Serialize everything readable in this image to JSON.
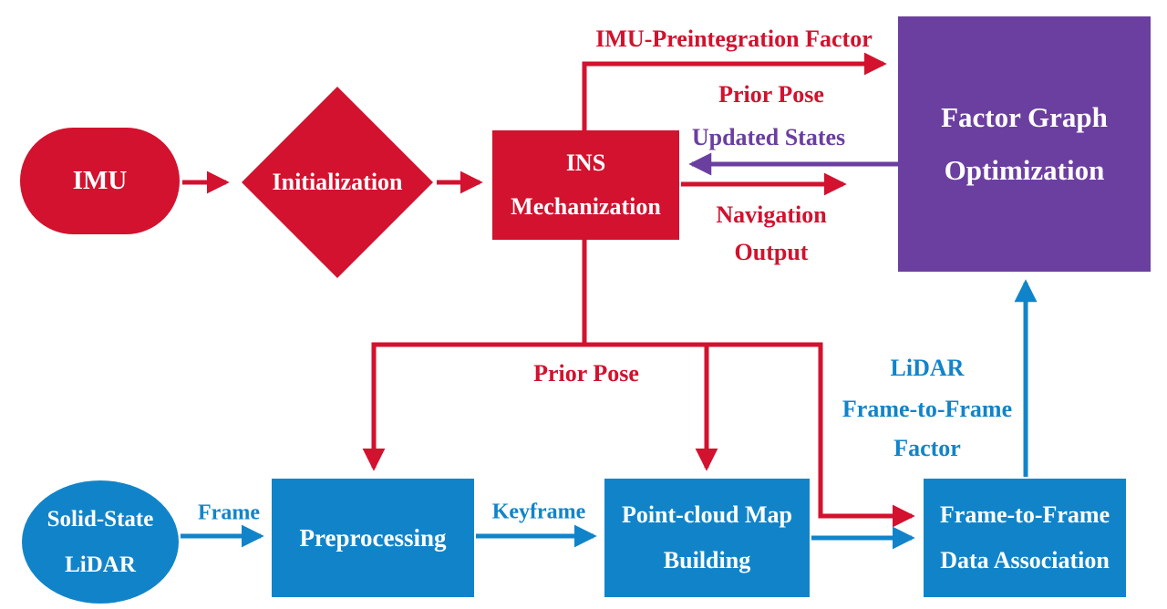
{
  "colors": {
    "red": "#D2122E",
    "blue": "#1184C9",
    "purple": "#6B3FA0",
    "node_text": "#FFFFFF"
  },
  "nodes": {
    "imu": {
      "label": "IMU"
    },
    "initialization": {
      "label": "Initialization"
    },
    "ins_mechanization": {
      "line1": "INS",
      "line2": "Mechanization"
    },
    "factor_graph_optimization": {
      "line1": "Factor Graph",
      "line2": "Optimization"
    },
    "solid_state_lidar": {
      "line1": "Solid-State",
      "line2": "LiDAR"
    },
    "preprocessing": {
      "label": "Preprocessing"
    },
    "point_cloud_map_building": {
      "line1": "Point-cloud Map",
      "line2": "Building"
    },
    "frame_to_frame_data_association": {
      "line1": "Frame-to-Frame",
      "line2": "Data Association"
    }
  },
  "edge_labels": {
    "imu_preintegration_factor": "IMU-Preintegration Factor",
    "prior_pose_top": "Prior Pose",
    "updated_states": "Updated States",
    "navigation_line1": "Navigation",
    "navigation_line2": "Output",
    "prior_pose_bottom": "Prior Pose",
    "frame": "Frame",
    "keyframe": "Keyframe",
    "lidar_factor_line1": "LiDAR",
    "lidar_factor_line2": "Frame-to-Frame",
    "lidar_factor_line3": "Factor"
  }
}
